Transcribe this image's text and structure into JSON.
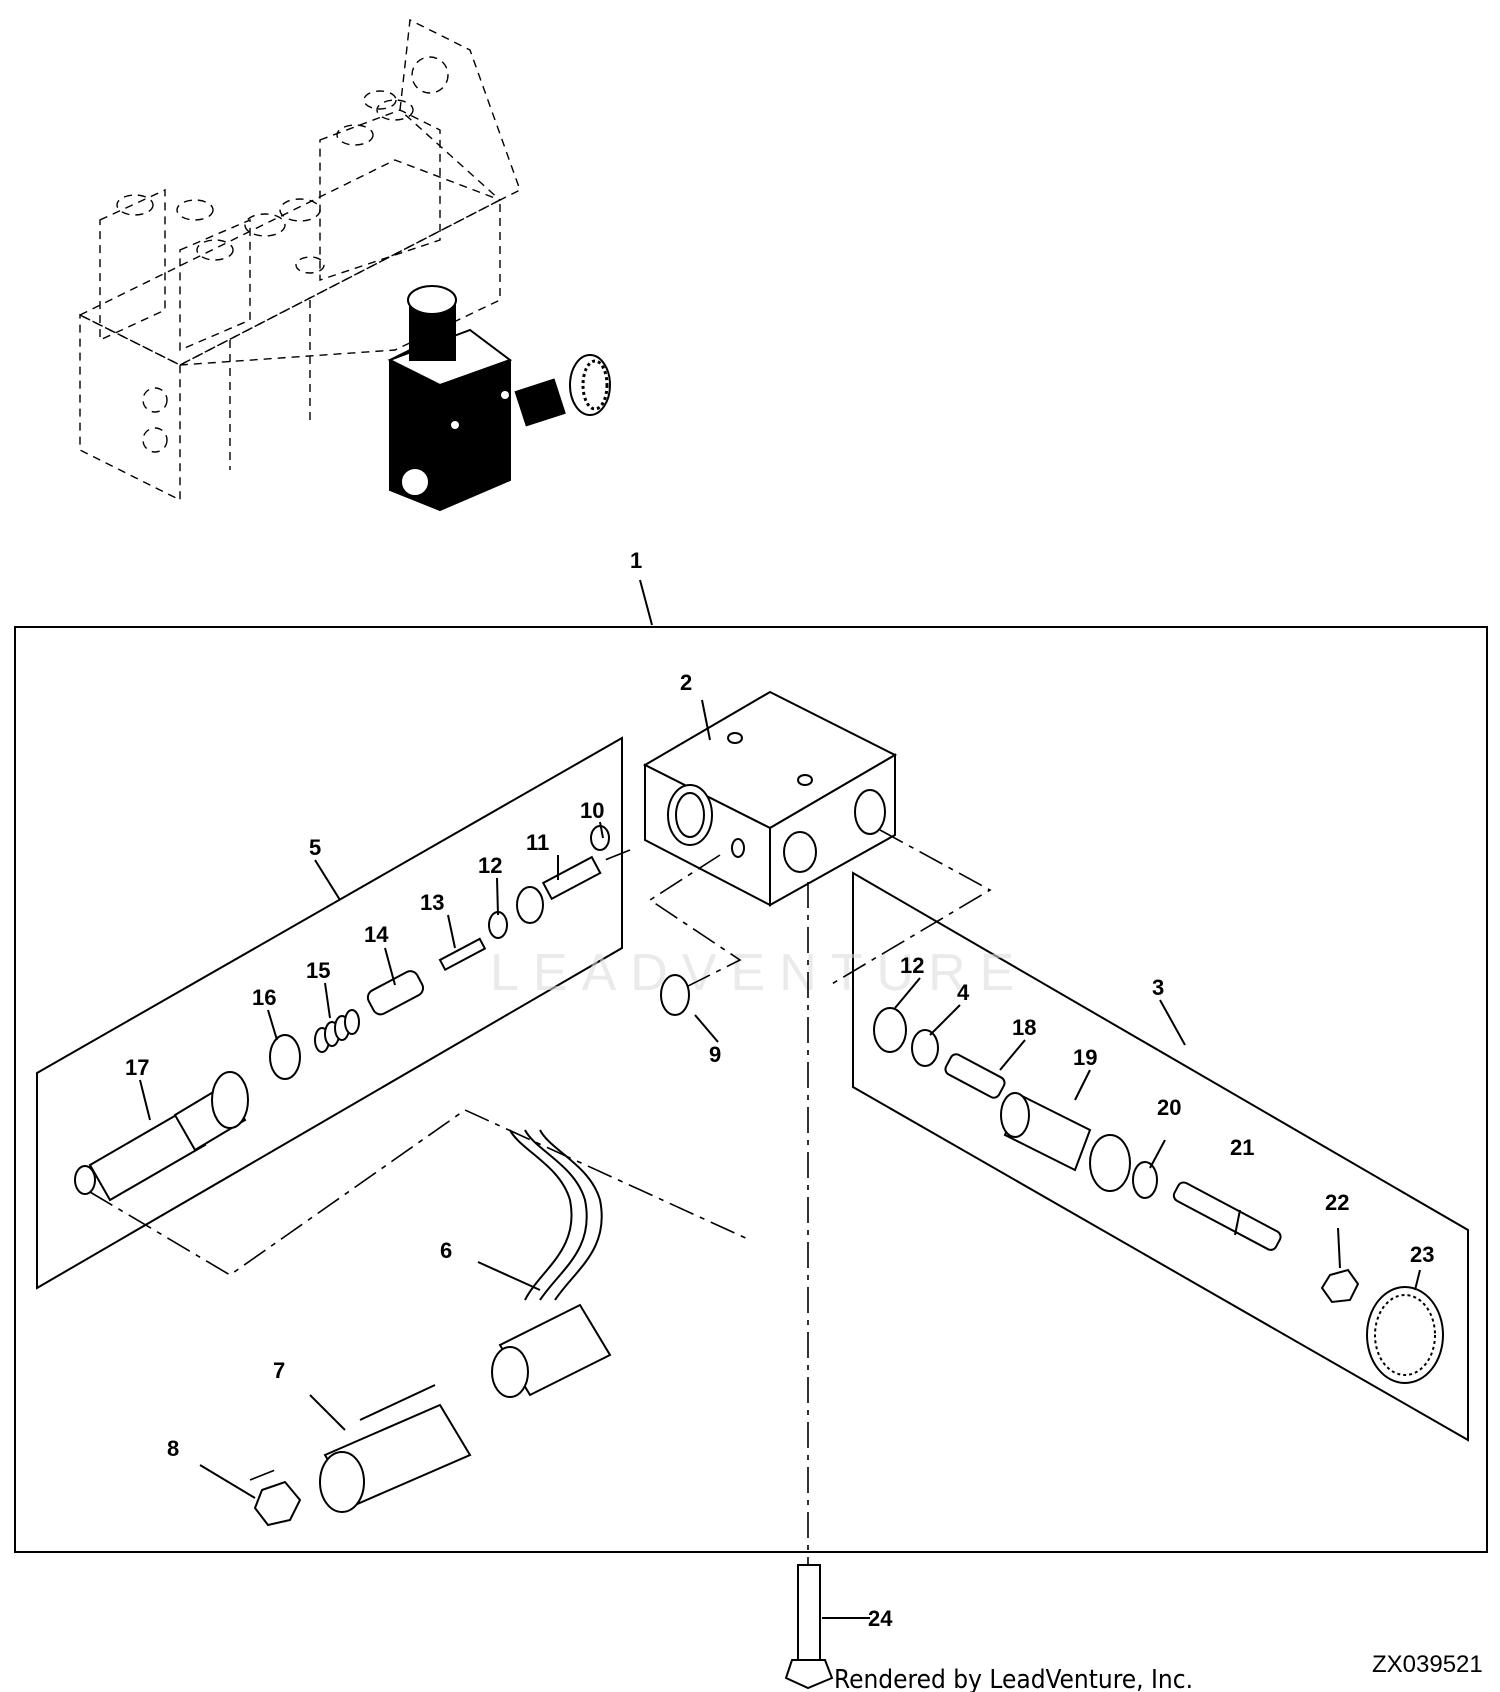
{
  "callouts": {
    "c1": "1",
    "c2": "2",
    "c3": "3",
    "c4": "4",
    "c5": "5",
    "c6": "6",
    "c7": "7",
    "c8": "8",
    "c9": "9",
    "c10": "10",
    "c11": "11",
    "c12a": "12",
    "c12b": "12",
    "c13": "13",
    "c14": "14",
    "c15": "15",
    "c16": "16",
    "c17": "17",
    "c18": "18",
    "c19": "19",
    "c20": "20",
    "c21": "21",
    "c22": "22",
    "c23": "23",
    "c24": "24"
  },
  "footer": {
    "credit": "Rendered by LeadVenture, Inc.",
    "drawing_id": "ZX039521"
  },
  "watermark": {
    "text": "LEADVENTURE"
  }
}
